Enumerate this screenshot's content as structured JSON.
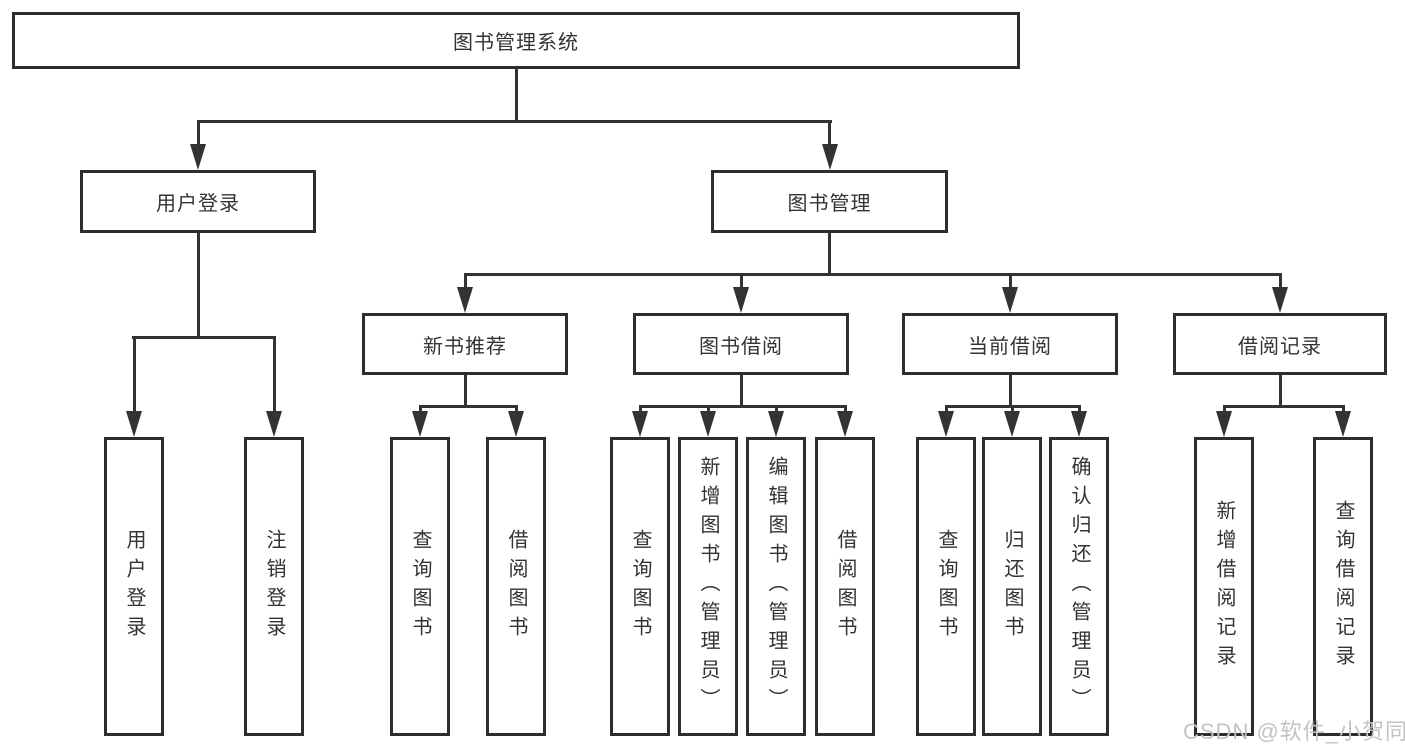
{
  "tree": {
    "root": "图书管理系统",
    "branches": [
      {
        "label": "用户登录",
        "children": [
          "用户登录",
          "注销登录"
        ]
      },
      {
        "label": "图书管理",
        "children": [
          {
            "label": "新书推荐",
            "children": [
              "查询图书",
              "借阅图书"
            ]
          },
          {
            "label": "图书借阅",
            "children": [
              "查询图书",
              "新增图书（管理员）",
              "编辑图书（管理员）",
              "借阅图书"
            ]
          },
          {
            "label": "当前借阅",
            "children": [
              "查询图书",
              "归还图书",
              "确认归还（管理员）"
            ]
          },
          {
            "label": "借阅记录",
            "children": [
              "新增借阅记录",
              "查询借阅记录"
            ]
          }
        ]
      }
    ]
  },
  "watermark": "CSDN @软件_小贺同学",
  "colors": {
    "line": "#333333",
    "box_border": "#2d2d2d",
    "text": "#333333",
    "watermark": "#c3c3c3",
    "background": "#ffffff"
  }
}
